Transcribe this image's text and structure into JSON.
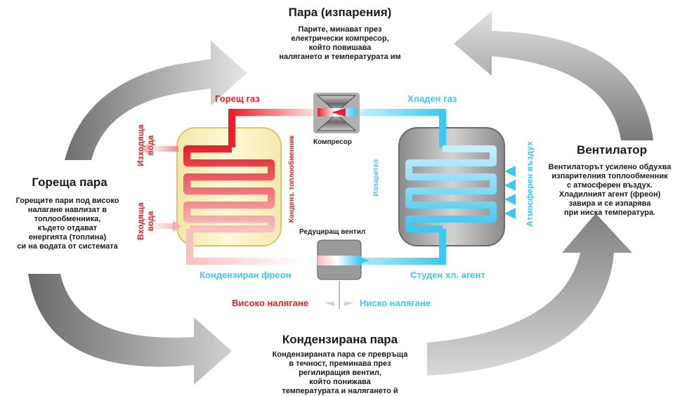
{
  "colors": {
    "hot": "#e8202a",
    "cold": "#3cc8f0",
    "arrow_gray": "#9a9a9a",
    "text": "#1a1a1a"
  },
  "vapor": {
    "title": "Пара (изпарения)",
    "text": "Парите, минават през\nелектрически компресор,\nкойто повишава\nналягането и температурата им"
  },
  "hot_vapor": {
    "title": "Гореща пара",
    "text": "Горещите пари под високо\nналагане навлизат в\nтоплообменника,\nкъдето отдават\nенергията (топлина)\nси на водата от системата"
  },
  "fan": {
    "title": "Вентилатор",
    "text": "Вентилаторът усилено обдухва\nизпарителния топлообменник\nс атмосферен въздух.\nХладилният агент (фреон)\nзавира и се изпарява\nпри ниска температура."
  },
  "condensed_vapor": {
    "title": "Кондензирана пара",
    "text": "Кондензираната пара се превръща\nв течност, преминава през\nрегилиращия вентил,\nкойто понижава\nтемпературата и налягането й"
  },
  "labels": {
    "hot_gas": "Горещ газ",
    "cold_gas": "Хладен газ",
    "compressor": "Компресор",
    "valve": "Редуциращ вентил",
    "condensed_freon": "Кондензиран фреон",
    "cold_agent": "Студен хл. агент",
    "high_pressure": "Високо налягане",
    "low_pressure": "Ниско налягане",
    "outgoing_water": "Изходяща\nвода",
    "incoming_water": "Входяща\nвода",
    "condenser": "Конденз. топлообменник",
    "evaporator": "Изпарител",
    "atm_air": "Атмосферен въздух"
  },
  "icons": {
    "compressor": "compressor-icon",
    "valve": "expansion-valve-icon",
    "cycle_arrow": "cycle-arrow-icon"
  }
}
